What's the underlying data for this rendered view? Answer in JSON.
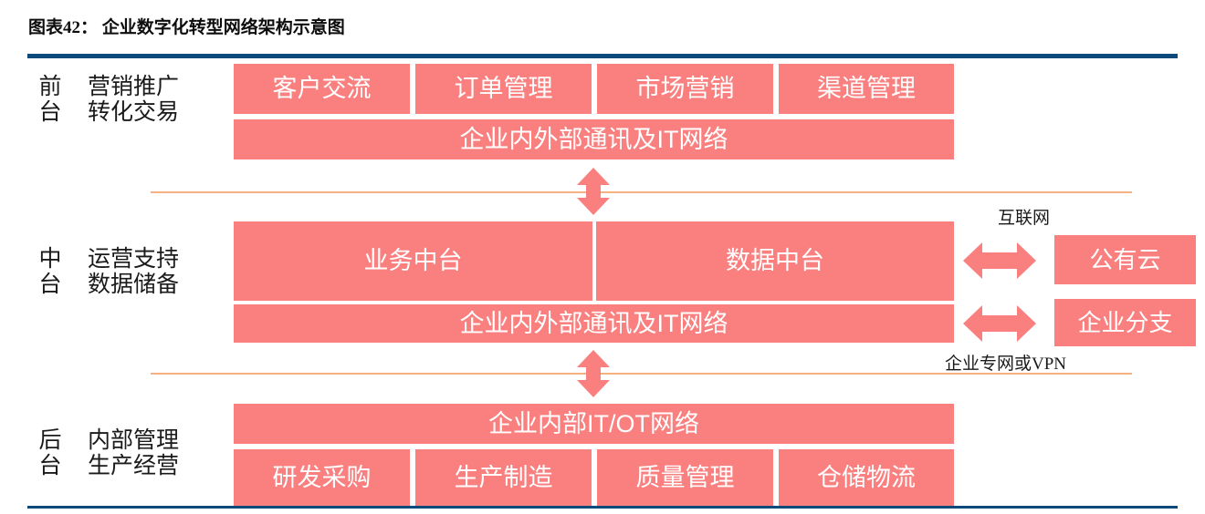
{
  "figure": {
    "label": "图表42：",
    "title": "企业数字化转型网络架构示意图",
    "full_title": "图表42：  企业数字化转型网络架构示意图",
    "rule_color": "#0b4a7a"
  },
  "theme": {
    "block_fill": "#fa8080",
    "block_text": "#ffffff",
    "divider_color": "#f6b183",
    "arrow_color": "#fa8080",
    "background": "#ffffff"
  },
  "tiers": [
    {
      "id": "front",
      "name": "前\n台",
      "desc": "营销推广\n转化交易",
      "modules": [
        "客户交流",
        "订单管理",
        "市场营销",
        "渠道管理"
      ],
      "network_bar": "企业内外部通讯及IT网络"
    },
    {
      "id": "middle",
      "name": "中\n台",
      "desc": "运营支持\n数据储备",
      "modules": [
        "业务中台",
        "数据中台"
      ],
      "network_bar": "企业内外部通讯及IT网络"
    },
    {
      "id": "back",
      "name": "后\n台",
      "desc": "内部管理\n生产经营",
      "network_bar": "企业内部IT/OT网络",
      "modules": [
        "研发采购",
        "生产制造",
        "质量管理",
        "仓储物流"
      ]
    }
  ],
  "external": {
    "internet_label": "互联网",
    "vpn_label": "企业专网或VPN",
    "nodes": [
      "公有云",
      "企业分支"
    ]
  },
  "connectors": {
    "front_to_middle": "双向箭头",
    "middle_to_back": "双向箭头",
    "middle_to_cloud": "双向箭头",
    "middle_to_branch": "双向箭头"
  }
}
